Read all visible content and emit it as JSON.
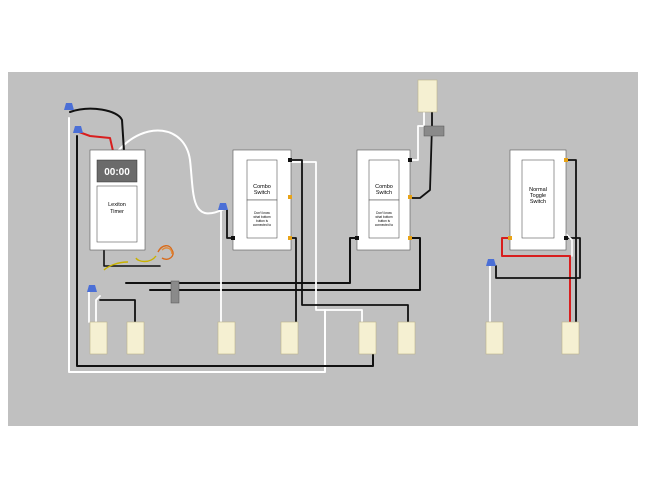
{
  "diagram": {
    "colors": {
      "background": "#c0c0c0",
      "frame": "#ffffff",
      "wire_black": "#111111",
      "wire_white": "#ffffff",
      "wire_red": "#d81e1e",
      "wire_nut": "#4b6fd6",
      "terminal": "#e8a317",
      "device_body": "#ffffff",
      "box": "#f5f0d2",
      "clock_display": "#6b6b6b"
    },
    "timer": {
      "display": "00:00",
      "label_line1": "Lexiton",
      "label_line2": "Timer"
    },
    "combo_switch_1": {
      "label_line1": "Combo",
      "label_line2": "Switch",
      "note_line1": "Don't know",
      "note_line2": "what bottom",
      "note_line3": "button is",
      "note_line4": "connected to"
    },
    "combo_switch_2": {
      "label_line1": "Combo",
      "label_line2": "Switch",
      "note_line1": "Don't know",
      "note_line2": "what bottom",
      "note_line3": "button is",
      "note_line4": "connected to"
    },
    "toggle_switch": {
      "label_line1": "Normal",
      "label_line2": "Toggle",
      "label_line3": "Switch"
    }
  }
}
